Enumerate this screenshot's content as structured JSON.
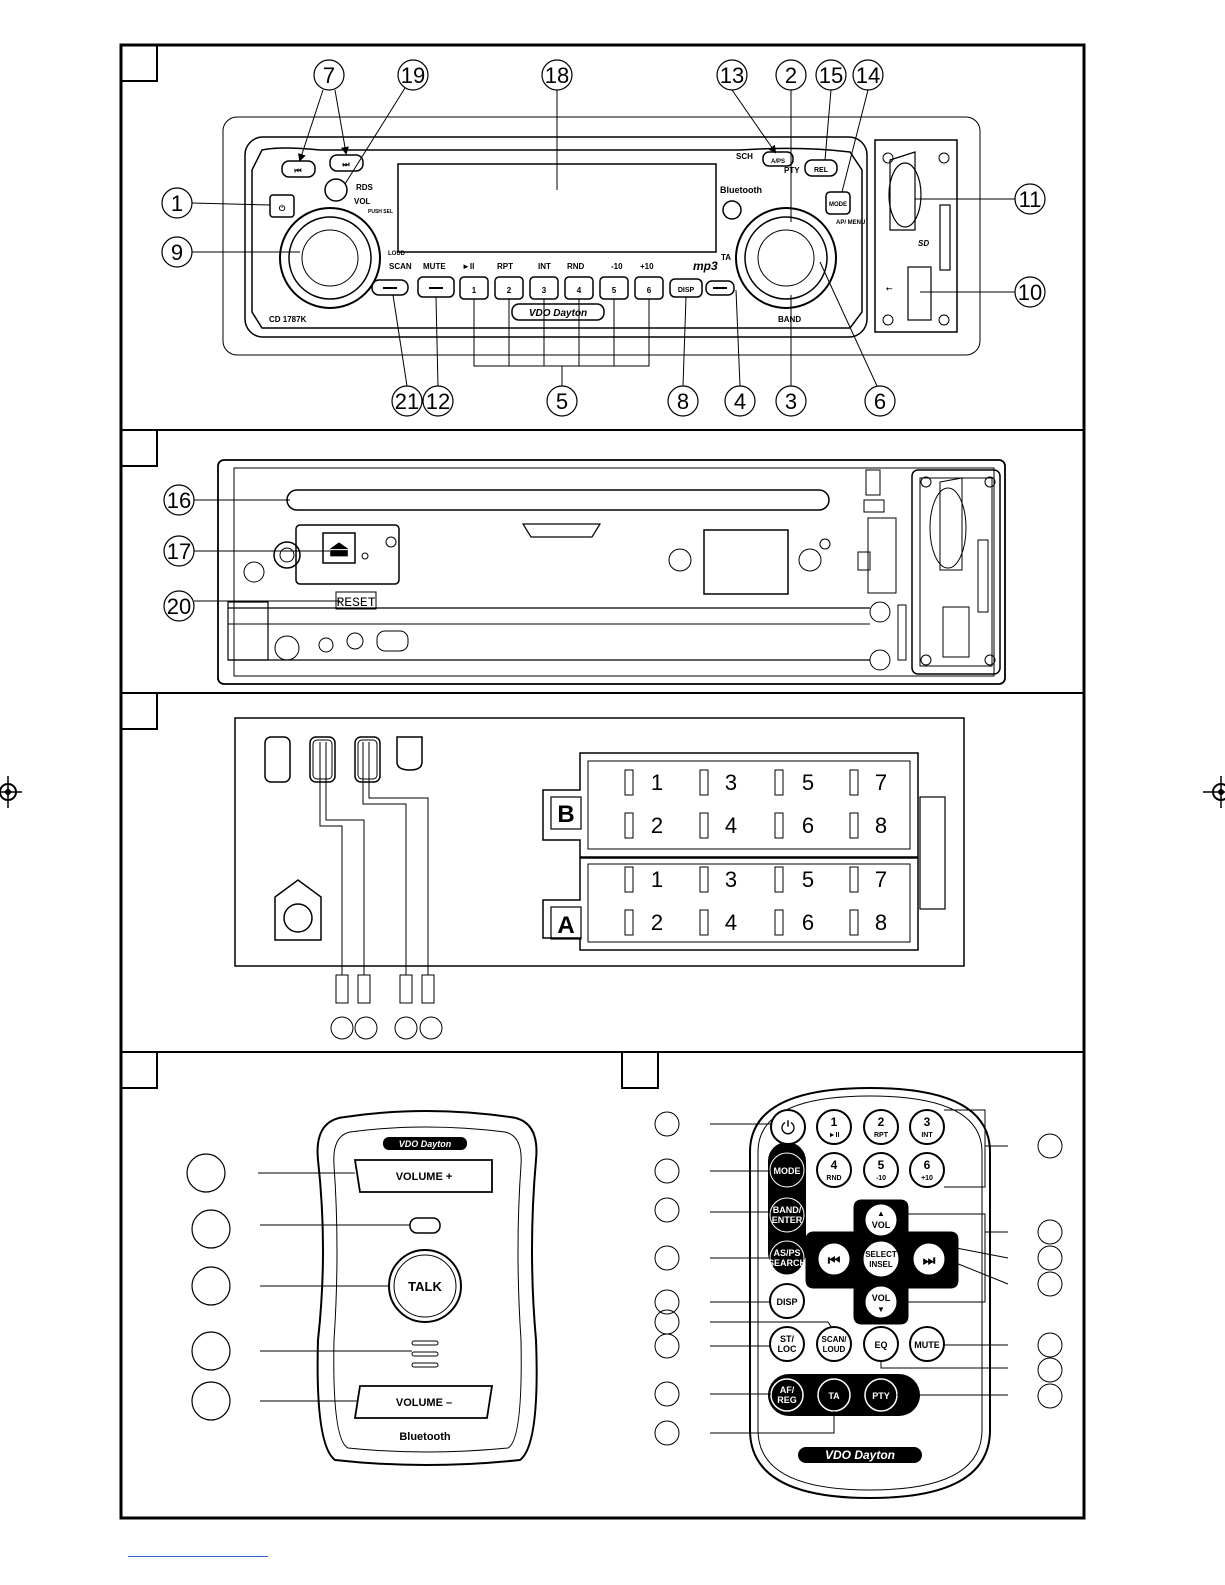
{
  "panel1": {
    "callouts_top": [
      "7",
      "19",
      "18",
      "13",
      "2",
      "15",
      "14"
    ],
    "callouts_left": [
      "1",
      "9"
    ],
    "callouts_right": [
      "11",
      "10"
    ],
    "callouts_bottom": [
      "21",
      "12",
      "5",
      "8",
      "4",
      "3",
      "6"
    ],
    "labels": {
      "rds": "RDS",
      "vol": "VOL",
      "push_sel": "PUSH SEL",
      "loud": "LOUD",
      "scan": "SCAN",
      "mute": "MUTE",
      "play": "►II",
      "rpt": "RPT",
      "int": "INT",
      "rnd": "RND",
      "m10": "-10",
      "p10": "+10",
      "ta": "TA",
      "pty": "PTY",
      "bluetooth": "Bluetooth",
      "mode": "MODE",
      "rel": "REL",
      "aps": "A/PS",
      "sch": "SCH",
      "ap_menu": "AP/ MENU",
      "band": "BAND",
      "model": "CD 1787K",
      "disp": "DISP",
      "brand": "VDO Dayton",
      "sd": "SD",
      "mp3": "mp3"
    },
    "preset_buttons": [
      "1",
      "2",
      "3",
      "4",
      "5",
      "6"
    ]
  },
  "panel2": {
    "callouts": [
      "16",
      "17",
      "20"
    ],
    "reset_label": "RESET"
  },
  "panel3": {
    "connector_b_label": "B",
    "connector_a_label": "A",
    "pins_top": [
      "1",
      "3",
      "5",
      "7"
    ],
    "pins_bottom": [
      "2",
      "4",
      "6",
      "8"
    ]
  },
  "panel4": {
    "brand": "VDO Dayton",
    "volume_plus": "VOLUME +",
    "talk": "TALK",
    "volume_minus": "VOLUME –",
    "bluetooth": "Bluetooth"
  },
  "panel5": {
    "brand": "VDO Dayton",
    "buttons": {
      "b1": "1",
      "b1s": "►II",
      "b2": "2",
      "b2s": "RPT",
      "b3": "3",
      "b3s": "INT",
      "b4": "4",
      "b4s": "RND",
      "b5": "5",
      "b5s": "-10",
      "b6": "6",
      "b6s": "+10",
      "mode": "MODE",
      "band1": "BAND/",
      "band2": "ENTER",
      "asps1": "AS/PS",
      "asps2": "SEARCH",
      "vol": "VOL",
      "select1": "SELECT",
      "select2": "INSEL",
      "disp": "DISP",
      "stloc1": "ST/",
      "stloc2": "LOC",
      "scan1": "SCAN/",
      "scan2": "LOUD",
      "eq": "EQ",
      "mute": "MUTE",
      "afreg1": "AF/",
      "afreg2": "REG",
      "ta": "TA",
      "pty": "PTY"
    }
  }
}
